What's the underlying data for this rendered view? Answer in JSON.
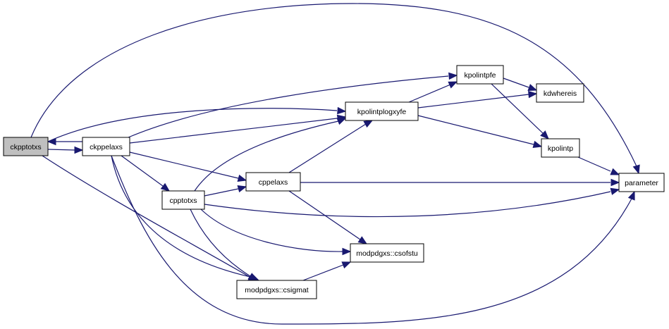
{
  "graph": {
    "nodes": [
      {
        "id": "ckpptotxs",
        "label": "ckpptotxs",
        "root": true
      },
      {
        "id": "ckppelaxs",
        "label": "ckppelaxs"
      },
      {
        "id": "cpptotxs",
        "label": "cpptotxs"
      },
      {
        "id": "cppelaxs",
        "label": "cppelaxs"
      },
      {
        "id": "kpolintplogxyfe",
        "label": "kpolintplogxyfe"
      },
      {
        "id": "kpolintpfe",
        "label": "kpolintpfe"
      },
      {
        "id": "kdwhereis",
        "label": "kdwhereis"
      },
      {
        "id": "kpolintp",
        "label": "kpolintp"
      },
      {
        "id": "parameter",
        "label": "parameter"
      },
      {
        "id": "csofstu",
        "label": "modpdgxs::csofstu"
      },
      {
        "id": "csigmat",
        "label": "modpdgxs::csigmat"
      }
    ],
    "edges": [
      [
        "ckpptotxs",
        "ckppelaxs"
      ],
      [
        "ckpptotxs",
        "kpolintplogxyfe"
      ],
      [
        "ckpptotxs",
        "parameter"
      ],
      [
        "ckpptotxs",
        "csigmat"
      ],
      [
        "ckppelaxs",
        "ckpptotxs"
      ],
      [
        "ckppelaxs",
        "kpolintpfe"
      ],
      [
        "ckppelaxs",
        "kpolintplogxyfe"
      ],
      [
        "ckppelaxs",
        "cpptotxs"
      ],
      [
        "ckppelaxs",
        "cppelaxs"
      ],
      [
        "ckppelaxs",
        "csigmat"
      ],
      [
        "ckppelaxs",
        "parameter"
      ],
      [
        "cpptotxs",
        "kpolintplogxyfe"
      ],
      [
        "cpptotxs",
        "cppelaxs"
      ],
      [
        "cpptotxs",
        "parameter"
      ],
      [
        "cpptotxs",
        "csofstu"
      ],
      [
        "cpptotxs",
        "csigmat"
      ],
      [
        "cppelaxs",
        "kpolintplogxyfe"
      ],
      [
        "cppelaxs",
        "parameter"
      ],
      [
        "cppelaxs",
        "csofstu"
      ],
      [
        "kpolintplogxyfe",
        "kpolintpfe"
      ],
      [
        "kpolintplogxyfe",
        "kdwhereis"
      ],
      [
        "kpolintplogxyfe",
        "kpolintp"
      ],
      [
        "kpolintpfe",
        "kdwhereis"
      ],
      [
        "kpolintpfe",
        "kpolintp"
      ],
      [
        "kpolintp",
        "parameter"
      ],
      [
        "csigmat",
        "csofstu"
      ]
    ]
  }
}
